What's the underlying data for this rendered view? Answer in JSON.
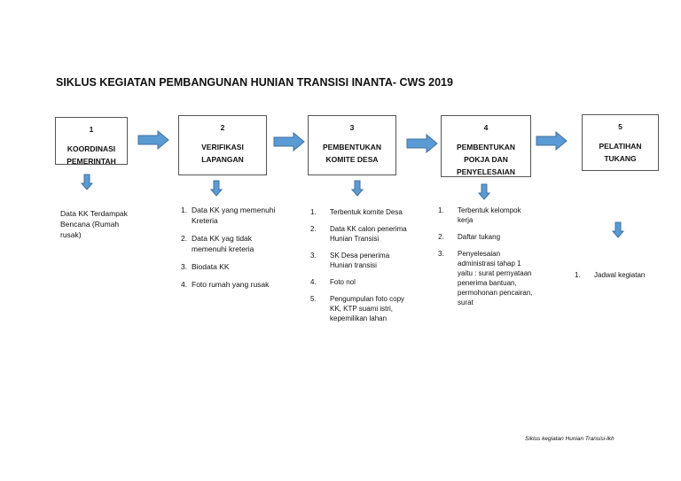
{
  "title": "SIKLUS KEGIATAN PEMBANGUNAN HUNIAN TRANSISI INANTA- CWS 2019",
  "steps": [
    {
      "num": "1",
      "label1": "KOORDINASI",
      "label2": "PEMERINTAH",
      "label3": ""
    },
    {
      "num": "2",
      "label1": "VERIFIKASI",
      "label2": "LAPANGAN",
      "label3": ""
    },
    {
      "num": "3",
      "label1": "PEMBENTUKAN",
      "label2": "KOMITE DESA",
      "label3": ""
    },
    {
      "num": "4",
      "label1": "PEMBENTUKAN",
      "label2": "POKJA DAN",
      "label3": "PENYELESAIAN"
    },
    {
      "num": "5",
      "label1": "PELATIHAN",
      "label2": "TUKANG",
      "label3": ""
    }
  ],
  "outputs": {
    "step1": "Data KK Terdampak Bencana (Rumah rusak)",
    "step2": [
      {
        "n": "1.",
        "t": "Data KK yang memenuhi Kreteria"
      },
      {
        "n": "2.",
        "t": "Data KK yag tidak memenuhi kreteria"
      },
      {
        "n": "3.",
        "t": "Biodata KK"
      },
      {
        "n": "4.",
        "t": "Foto rumah yang rusak"
      }
    ],
    "step3": [
      {
        "n": "1.",
        "t": "Terbentuk komite Desa"
      },
      {
        "n": "2.",
        "t": "Data KK calon penerima Hunian Transisi"
      },
      {
        "n": "3.",
        "t": "SK Desa penerima Hunian transisi"
      },
      {
        "n": "4.",
        "t": "Foto nol"
      },
      {
        "n": "5.",
        "t": "Pengumpulan foto copy KK, KTP suami istri, kepemilikan lahan"
      }
    ],
    "step4": [
      {
        "n": "1.",
        "t": "Terbentuk kelompok kerja"
      },
      {
        "n": "2.",
        "t": "Daftar tukang"
      },
      {
        "n": "3.",
        "t": "Penyelesaian administrasi tahap 1 yaitu : surat pernyataan penerima bantuan, permohonan pencairan, surat"
      }
    ],
    "step5": [
      {
        "n": "1.",
        "t": "Jadwal kegiatan"
      }
    ]
  },
  "footer": "Siklus kegiatan Hunian Transisi-lkh",
  "colors": {
    "arrow": "#5b9bd5",
    "arrow_border": "#41719c"
  }
}
